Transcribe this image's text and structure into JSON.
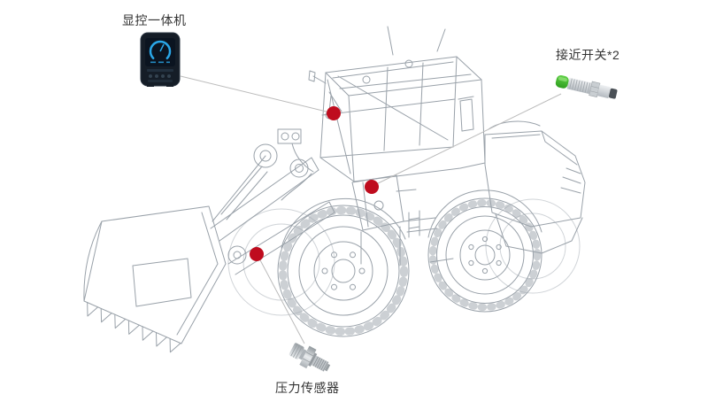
{
  "annotations": {
    "display_unit": {
      "label": "显控一体机"
    },
    "proximity_switch": {
      "label": "接近开关*2"
    },
    "pressure_sensor": {
      "label": "压力传感器"
    }
  },
  "markers": [
    {
      "name": "display-unit-install-point"
    },
    {
      "name": "proximity-switch-install-point"
    },
    {
      "name": "pressure-sensor-install-point"
    }
  ],
  "colors": {
    "marker_red": "#bf0c1e",
    "leader_line": "#bcbcbc",
    "sketch_line": "#99a1a9",
    "sensor_green": "#3fae2d",
    "screen_blue": "#2aa7e8",
    "device_body": "#151d27"
  }
}
